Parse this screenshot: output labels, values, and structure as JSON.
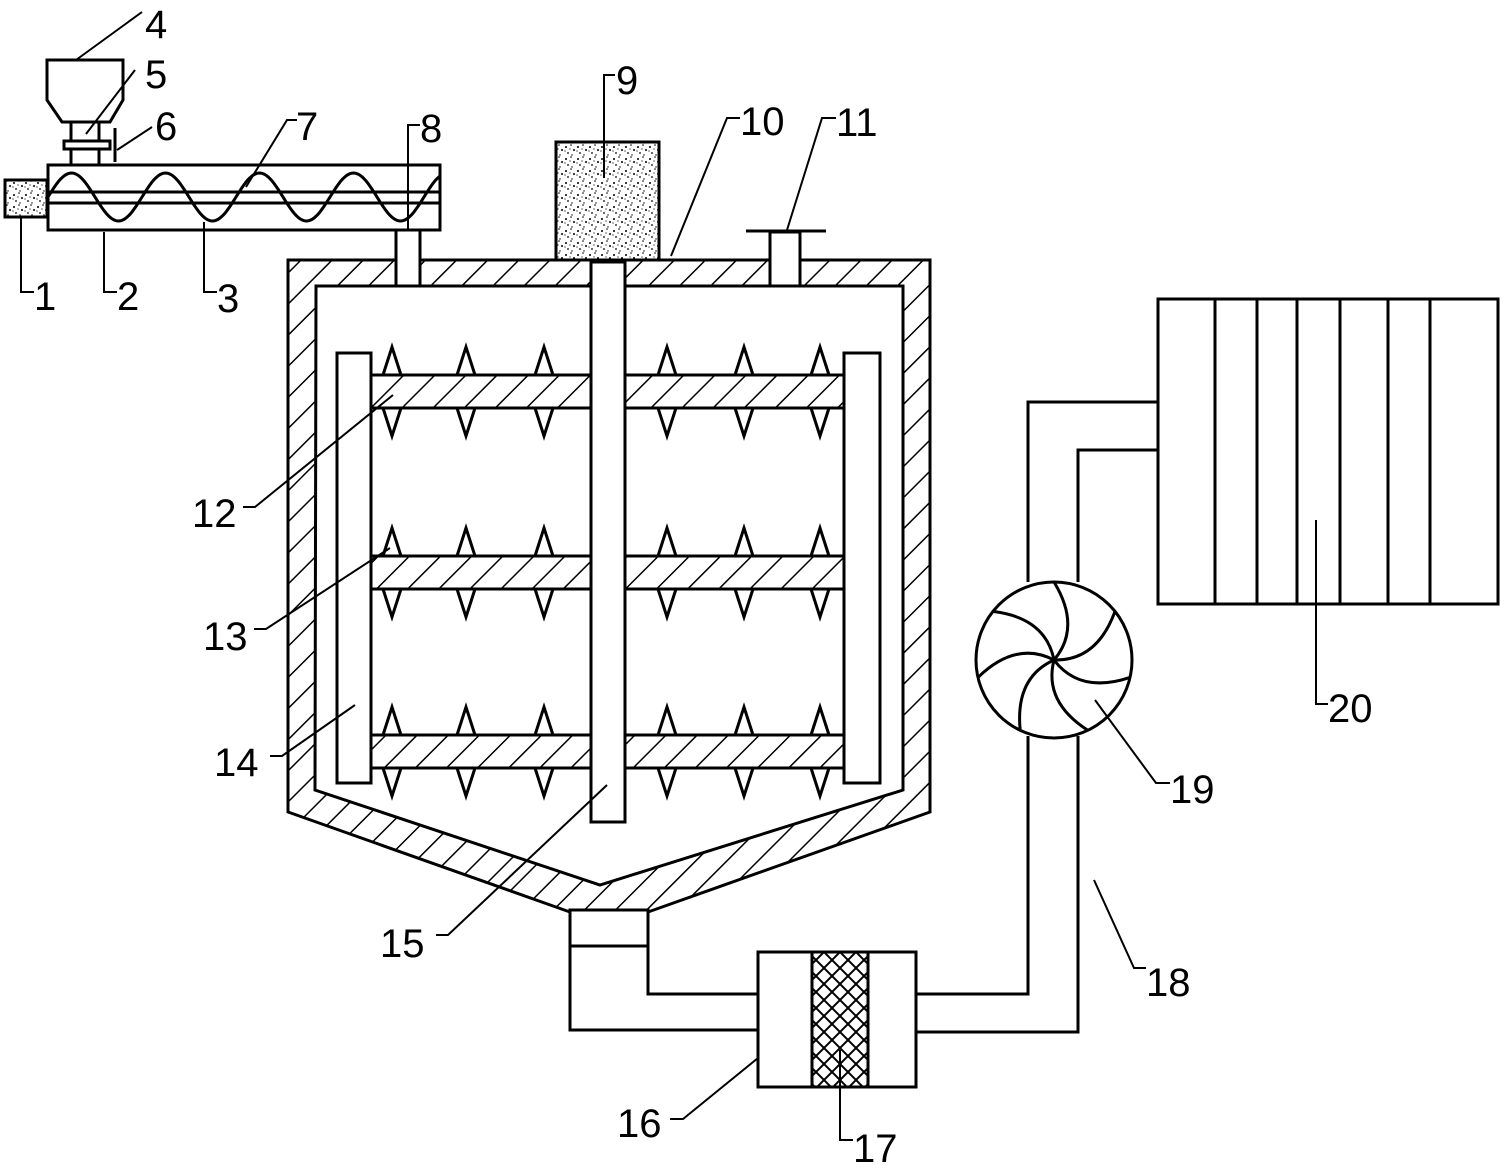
{
  "diagram": {
    "labels": {
      "l1": "1",
      "l2": "2",
      "l3": "3",
      "l4": "4",
      "l5": "5",
      "l6": "6",
      "l7": "7",
      "l8": "8",
      "l9": "9",
      "l10": "10",
      "l11": "11",
      "l12": "12",
      "l13": "13",
      "l14": "14",
      "l15": "15",
      "l16": "16",
      "l17": "17",
      "l18": "18",
      "l19": "19",
      "l20": "20"
    }
  }
}
